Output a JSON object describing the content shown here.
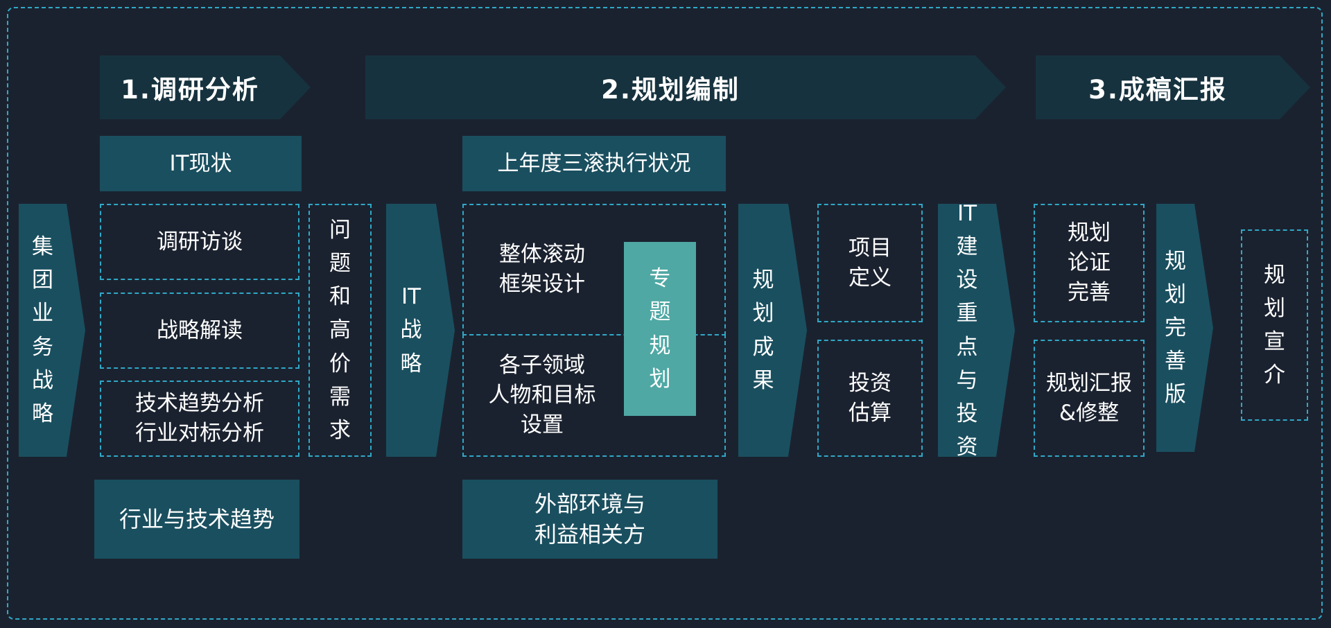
{
  "colors": {
    "background": "#1b222f",
    "header_fill": "#16323e",
    "box_fill": "#1a4f5f",
    "accent_fill": "#4fa8a4",
    "dashed_border": "#2fa9c8",
    "text": "#ffffff"
  },
  "phases": [
    {
      "label": "1.调研分析"
    },
    {
      "label": "2.规划编制"
    },
    {
      "label": "3.成稿汇报"
    }
  ],
  "nodes": {
    "group_strategy": "集团业务战略",
    "it_status": "IT现状",
    "research_interview": "调研访谈",
    "strategy_interpretation": "战略解读",
    "tech_trend_analysis": "技术趋势分析\n行业对标分析",
    "industry_tech_trend": "行业与技术趋势",
    "problems_needs": "问题和高价需求",
    "it_strategy": "IT战略",
    "last_year_execution": "上年度三滚执行状况",
    "overall_framework": "整体滚动\n框架设计",
    "subdomain_goals": "各子领域\n人物和目标\n设置",
    "special_planning": "专题规划",
    "planning_results": "规划成果",
    "project_definition": "项目\n定义",
    "investment_estimate": "投资\n估算",
    "it_focus_investment": "IT建设重点与投资",
    "plan_validation": "规划\n论证\n完善",
    "plan_report_revision": "规划汇报\n&修整",
    "plan_final_version": "规划完善版",
    "plan_promotion": "规划宣介",
    "external_environment": "外部环境与\n利益相关方"
  }
}
